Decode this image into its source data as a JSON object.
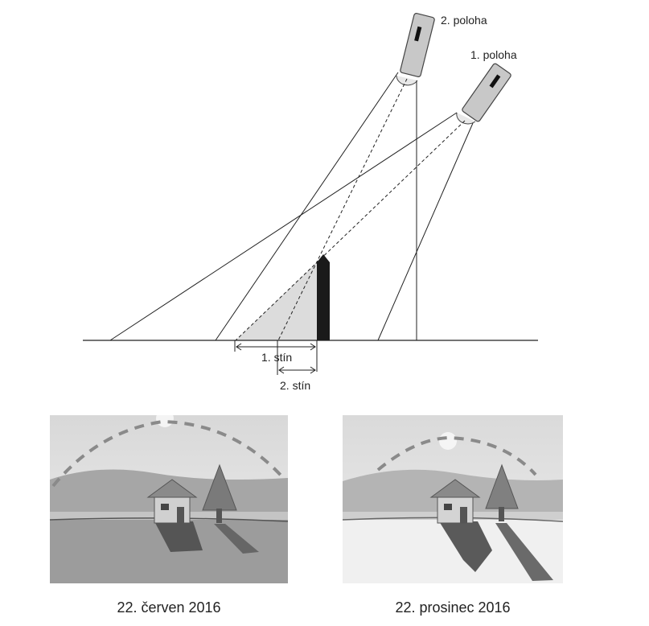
{
  "diagram": {
    "labels": {
      "position_2": "2. poloha",
      "position_1": "1. poloha",
      "shadow_1": "1. stín",
      "shadow_2": "2. stín"
    }
  },
  "photos": [
    {
      "caption": "22. červen 2016"
    },
    {
      "caption": "22. prosinec 2016"
    }
  ]
}
